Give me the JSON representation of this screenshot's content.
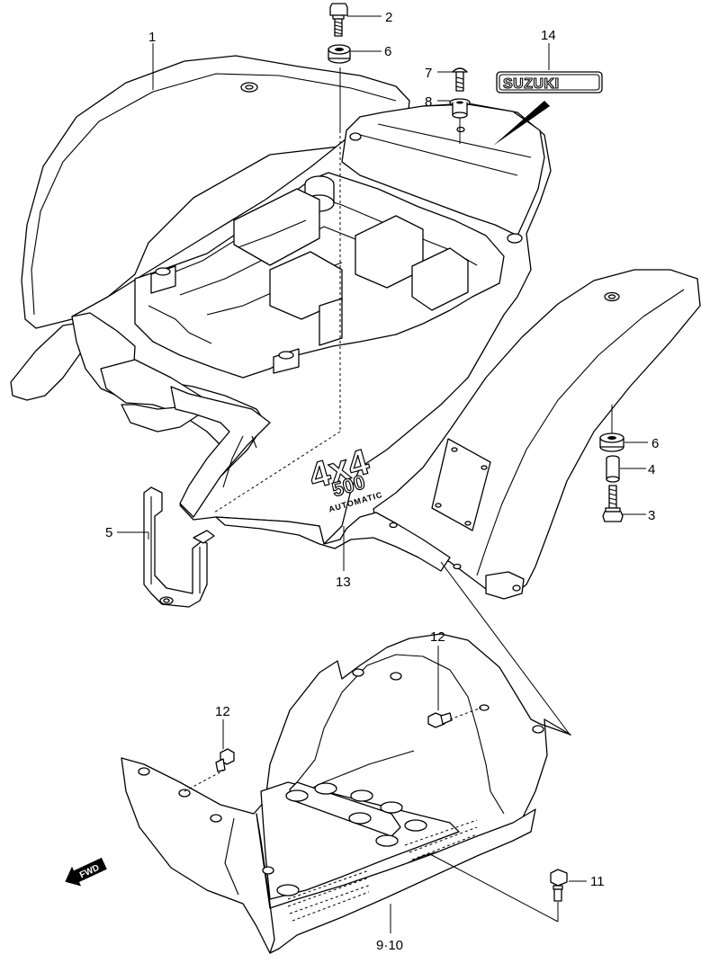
{
  "callouts": [
    {
      "id": "c1",
      "text": "1"
    },
    {
      "id": "c2",
      "text": "2"
    },
    {
      "id": "c6a",
      "text": "6"
    },
    {
      "id": "c7",
      "text": "7"
    },
    {
      "id": "c8",
      "text": "8"
    },
    {
      "id": "c14",
      "text": "14"
    },
    {
      "id": "c6b",
      "text": "6"
    },
    {
      "id": "c4",
      "text": "4"
    },
    {
      "id": "c3",
      "text": "3"
    },
    {
      "id": "c5",
      "text": "5"
    },
    {
      "id": "c13",
      "text": "13"
    },
    {
      "id": "c12a",
      "text": "12"
    },
    {
      "id": "c12b",
      "text": "12"
    },
    {
      "id": "c11",
      "text": "11"
    },
    {
      "id": "c910",
      "text": "9·10"
    }
  ],
  "emblem": {
    "text": "SUZUKI"
  },
  "decal": {
    "main": "4x4",
    "sub": "500",
    "tag": "AUTOMATIC"
  },
  "direction": {
    "text": "FWD"
  }
}
